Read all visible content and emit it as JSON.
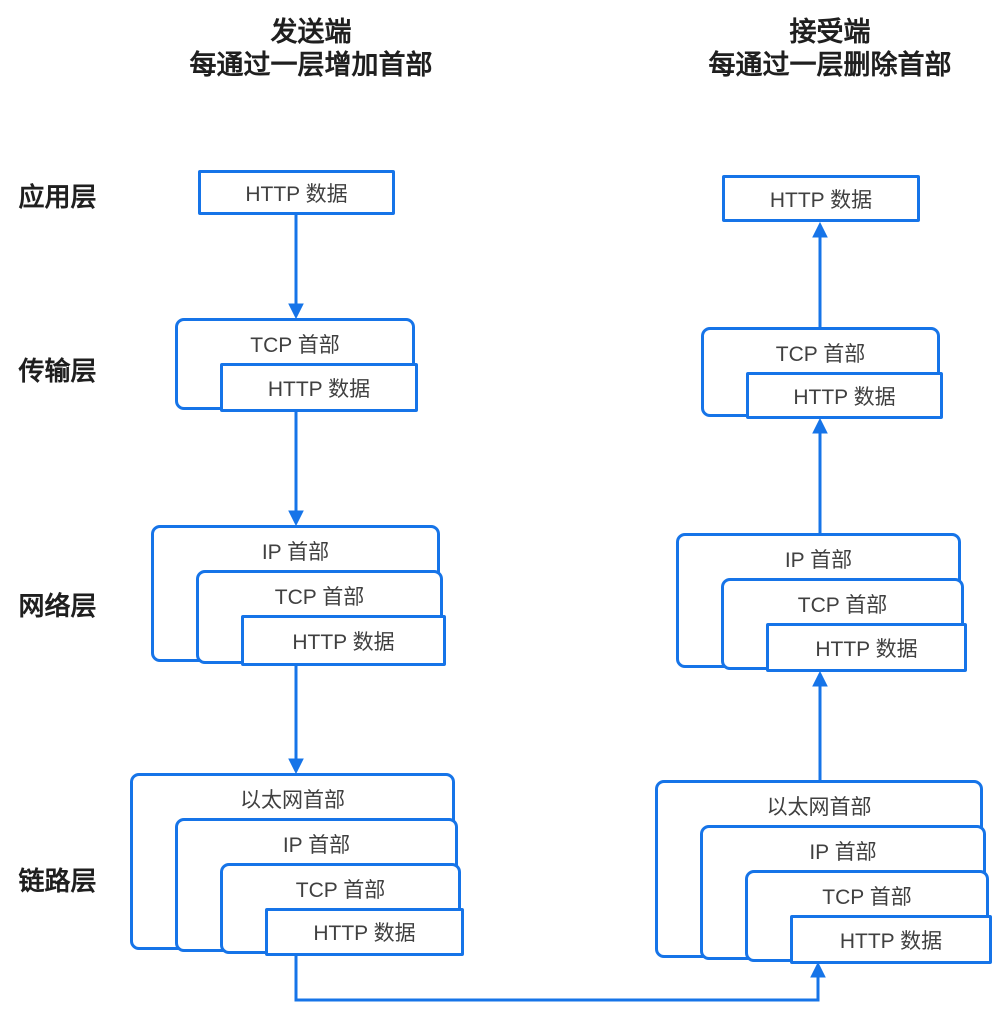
{
  "titles": {
    "sender_line1": "发送端",
    "sender_line2": "每通过一层增加首部",
    "receiver_line1": "接受端",
    "receiver_line2": "每通过一层删除首部"
  },
  "layer_labels": {
    "application": "应用层",
    "transport": "传输层",
    "network": "网络层",
    "link": "链路层"
  },
  "box_labels": {
    "http_data": "HTTP 数据",
    "tcp_header": "TCP 首部",
    "ip_header": "IP 首部",
    "ethernet_header": "以太网首部"
  },
  "colors": {
    "line": "#1674E8",
    "text": "#404040",
    "heading": "#1F1F1F"
  }
}
